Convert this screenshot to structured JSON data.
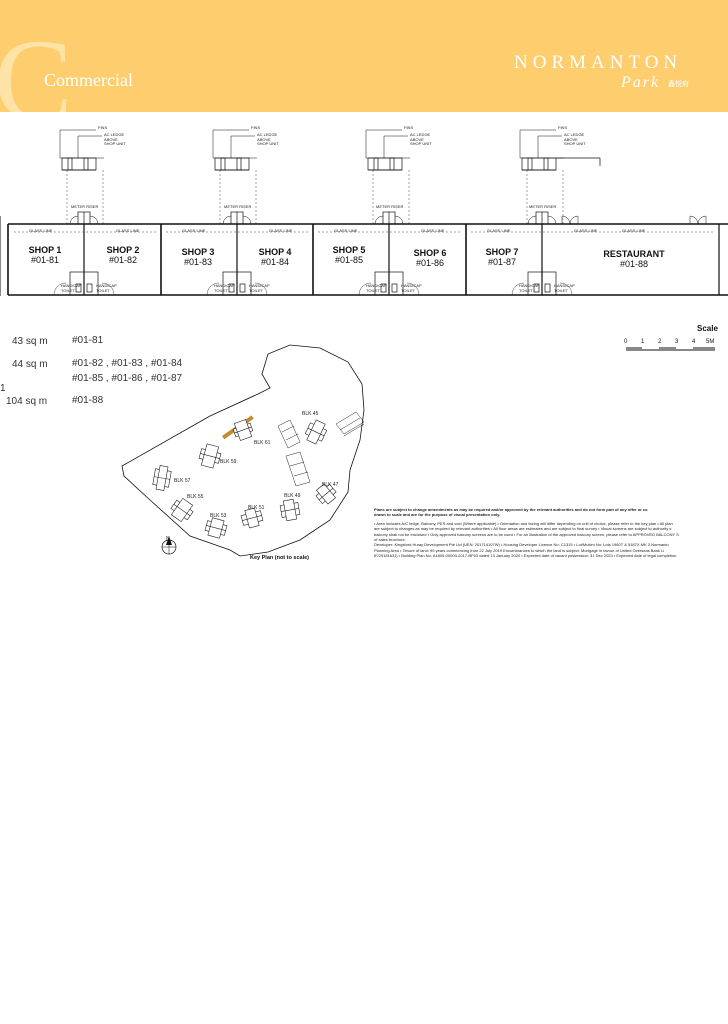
{
  "header": {
    "letter": "C",
    "section": "Commercial",
    "brand": "NORMANTON",
    "brand_sub": "Park",
    "brand_cn": "鑫悦府",
    "bg_color": "#fdcd6e"
  },
  "plan": {
    "fins_label": "FINS",
    "ac_ledge_label": "AC LEDGE\nABOVE\nSHOP UNIT",
    "meter_riser_label": "METER RISER",
    "glass_line_label": "GLASS LINE",
    "handicap_label": "HANDICAP\nTOILET",
    "shops": [
      {
        "name": "SHOP 1",
        "unit": "#01-81"
      },
      {
        "name": "SHOP 2",
        "unit": "#01-82"
      },
      {
        "name": "SHOP 3",
        "unit": "#01-83"
      },
      {
        "name": "SHOP 4",
        "unit": "#01-84"
      },
      {
        "name": "SHOP 5",
        "unit": "#01-85"
      },
      {
        "name": "SHOP 6",
        "unit": "#01-86"
      },
      {
        "name": "SHOP 7",
        "unit": "#01-87"
      },
      {
        "name": "RESTAURANT",
        "unit": "#01-88"
      }
    ]
  },
  "areas": [
    {
      "area": "43 sq m",
      "units": [
        "#01-81"
      ]
    },
    {
      "area": "44 sq m",
      "units": [
        "#01-82 , #01-83 , #01-84",
        "#01-85 , #01-86 , #01-87"
      ]
    },
    {
      "area": "104 sq m",
      "units": [
        "#01-88"
      ]
    }
  ],
  "side_marker": "1",
  "scale": {
    "title": "Scale",
    "ticks": [
      "0",
      "1",
      "2",
      "3",
      "4",
      "5M"
    ]
  },
  "keyplan": {
    "caption": "Key Plan (not to scale)",
    "north": "N",
    "blocks": [
      "BLK 45",
      "BLK 61",
      "BLK 59",
      "BLK 57",
      "BLK 55",
      "BLK 53",
      "BLK 51",
      "BLK 49",
      "BLK 47"
    ]
  },
  "notes": {
    "heading": "Plans are subject to change amendments as may be required and/or approved by the relevant authorities and do not form part of any offer or co",
    "heading2": "drawn to scale and are for the purpose of visual presentation only.",
    "lines": [
      "• Area includes A/C ledge, Balcony, PES and void (Where applicable) • Orientation and facing will differ depending on unit of choice, please refer to the key plan • All plan",
      "are subject to changes as may be required by relevant authorities • All floor areas are estimates and are subject to final survey • Visual screens are subject to authority s",
      "balcony shall not be enclosed • Only approved balcony screens are to be used • For an illustration of the approved balcony screen, please refer to APPROVED BALCONY S",
      "of sales brochure.",
      "Developer: Kingsford Huray Development Pte Ltd (UEN: 201714107W) • Housing Developer Licence No: C1315 • Lot/Mukim No: Lots 1960T & 5187X MK 3 Normanto",
      "Planning Area • Tenure of land: 99 years commencing from 22 July 2019 Encumbrances to which the land is subject: Mortgage in favour of United Overseas Bank Li",
      "IF/2918163J) • Building Plan No: A1805-00003-2017-BP03 dated 13 January 2020 • Expected date of vacant possession: 31 Dec 2023 • Expected date of legal completion"
    ]
  }
}
